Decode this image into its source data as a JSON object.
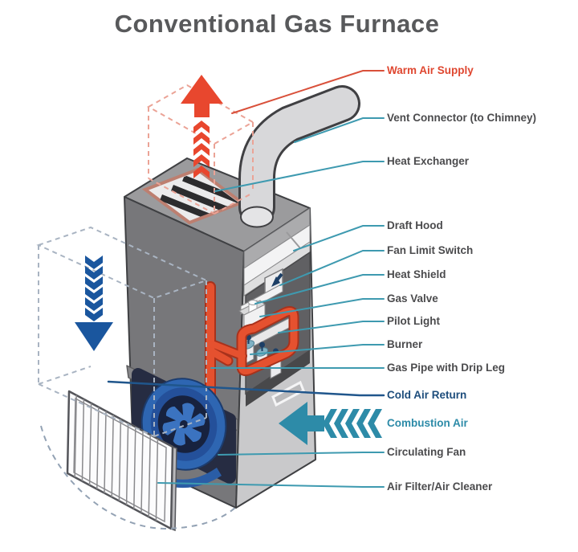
{
  "title": "Conventional Gas Furnace",
  "colors": {
    "warm_air_red": "#e8472e",
    "cold_air_navy": "#1a569e",
    "combustion_teal": "#2d8ba8",
    "leader_teal": "#3e9ab0",
    "label_gray": "#4b4b4d",
    "gas_pipe_orange": "#e5512f",
    "fan_blue": "#2e66b2"
  },
  "labels": [
    {
      "text": "Warm Air Supply",
      "color": "red"
    },
    {
      "text": "Vent Connector (to Chimney)",
      "color": "gray"
    },
    {
      "text": "Heat Exchanger",
      "color": "gray"
    },
    {
      "text": "Draft Hood",
      "color": "gray"
    },
    {
      "text": "Fan Limit Switch",
      "color": "gray"
    },
    {
      "text": "Heat Shield",
      "color": "gray"
    },
    {
      "text": "Gas Valve",
      "color": "gray"
    },
    {
      "text": "Pilot Light",
      "color": "gray"
    },
    {
      "text": "Burner",
      "color": "gray"
    },
    {
      "text": "Gas Pipe with Drip Leg",
      "color": "gray"
    },
    {
      "text": "Cold Air Return",
      "color": "navy"
    },
    {
      "text": "Combustion Air",
      "color": "teal"
    },
    {
      "text": "Circulating Fan",
      "color": "gray"
    },
    {
      "text": "Air Filter/Air Cleaner",
      "color": "gray"
    }
  ]
}
